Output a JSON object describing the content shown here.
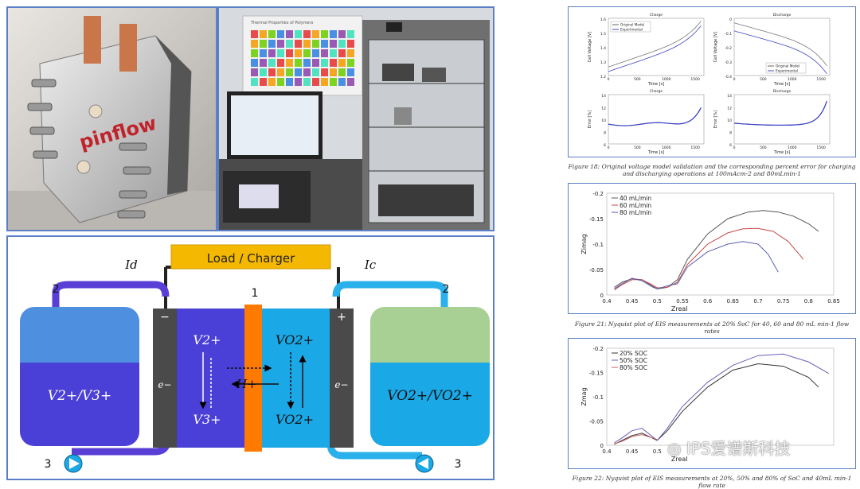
{
  "photo_left": {
    "logo_text": "pinflow"
  },
  "photo_right": {
    "poster_title": "Thermal Properties of Polymers"
  },
  "schematic": {
    "load_label": "Load / Charger",
    "label_1": "1",
    "label_2a": "2",
    "label_2b": "2",
    "label_3a": "3",
    "label_3b": "3",
    "Id": "Id",
    "Ic": "Ic",
    "minus_sign": "−",
    "plus_sign": "+",
    "left_tank_label": "V2+/V3+",
    "right_tank_label": "VO2+/VO2+",
    "v2": "V2+",
    "v3": "V3+",
    "hplus": "H+",
    "vo2plus": "VO2+",
    "vo2plus_bottom": "VO2+",
    "e_left": "e−",
    "e_right": "e−",
    "colors": {
      "left_tank": "#4a3fd6",
      "right_tank": "#1aa8e6",
      "membrane": "#ff7a00",
      "load": "#f5b800"
    }
  },
  "charts_top": {
    "charge": {
      "title": "Charge",
      "ylabel": "Cell Voltage [V]",
      "xlabel": "Time [s]",
      "legend": [
        "Original Model",
        "Experimental"
      ],
      "xticks": [
        "0",
        "500",
        "1000",
        "1500"
      ],
      "yticks": [
        "1.6",
        "1.5",
        "1.4",
        "1.3",
        "1.2"
      ]
    },
    "discharge": {
      "title": "Discharge",
      "ylabel": "Cell Voltage [V]",
      "xlabel": "Time [s]",
      "legend": [
        "Original Model",
        "Experimental"
      ],
      "xticks": [
        "0",
        "500",
        "1000",
        "1500"
      ],
      "yticks": [
        "0",
        "-0.1",
        "-0.2",
        "-0.3",
        "-0.4"
      ]
    },
    "charge_error": {
      "title": "Charge",
      "ylabel": "Error [%]",
      "xlabel": "Time [s]",
      "xticks": [
        "0",
        "500",
        "1000",
        "1500"
      ],
      "yticks": [
        "14",
        "12",
        "10",
        "8",
        "6"
      ]
    },
    "discharge_error": {
      "title": "Discharge",
      "ylabel": "Error [%]",
      "xlabel": "Time [s]",
      "xticks": [
        "0",
        "500",
        "1000",
        "1500"
      ],
      "yticks": [
        "14",
        "12",
        "10",
        "8",
        "6"
      ]
    }
  },
  "caption_18": "Figure 18: Original voltage model validation and the corresponding percent error for charging and discharging operations at 100mAcm-2 and 80mLmin-1",
  "caption_21": "Figure 21: Nyquist plot of EIS measurements at 20% SoC for 40, 60 and 80 mL min-1 flow rates",
  "caption_22": "Figure 22: Nyquist plot of EIS measurements at 20%, 50% and 80% of SoC and 40mL min-1 flow rate",
  "watermark": "IPS爱谱斯科技",
  "chart_data": [
    {
      "type": "line",
      "title": "",
      "xlabel": "Zreal",
      "ylabel": "Zimag",
      "xlim": [
        0.4,
        0.85
      ],
      "ylim": [
        0,
        -0.2
      ],
      "xticks": [
        "0.4",
        "0.45",
        "0.5",
        "0.55",
        "0.6",
        "0.65",
        "0.7",
        "0.75",
        "0.8",
        "0.85"
      ],
      "yticks": [
        "-0.2",
        "-0.15",
        "-0.1",
        "-0.05",
        "0"
      ],
      "series": [
        {
          "name": "40 mL/min",
          "color": "#555555",
          "x": [
            0.415,
            0.43,
            0.45,
            0.47,
            0.49,
            0.5,
            0.52,
            0.54,
            0.56,
            0.6,
            0.64,
            0.68,
            0.71,
            0.74,
            0.77,
            0.8,
            0.82
          ],
          "y": [
            -0.015,
            -0.025,
            -0.032,
            -0.03,
            -0.018,
            -0.012,
            -0.015,
            -0.03,
            -0.07,
            -0.12,
            -0.15,
            -0.163,
            -0.166,
            -0.163,
            -0.155,
            -0.14,
            -0.125
          ]
        },
        {
          "name": "60 mL/min",
          "color": "#c84a4a",
          "x": [
            0.415,
            0.43,
            0.45,
            0.47,
            0.49,
            0.5,
            0.52,
            0.54,
            0.56,
            0.6,
            0.64,
            0.67,
            0.7,
            0.73,
            0.76,
            0.79
          ],
          "y": [
            -0.01,
            -0.02,
            -0.03,
            -0.03,
            -0.02,
            -0.014,
            -0.015,
            -0.025,
            -0.06,
            -0.1,
            -0.122,
            -0.13,
            -0.131,
            -0.125,
            -0.105,
            -0.07
          ]
        },
        {
          "name": "80 mL/min",
          "color": "#5a5fb0",
          "x": [
            0.415,
            0.43,
            0.45,
            0.47,
            0.49,
            0.5,
            0.52,
            0.54,
            0.56,
            0.6,
            0.64,
            0.67,
            0.7,
            0.72,
            0.74
          ],
          "y": [
            -0.012,
            -0.022,
            -0.033,
            -0.028,
            -0.016,
            -0.012,
            -0.018,
            -0.022,
            -0.055,
            -0.085,
            -0.1,
            -0.105,
            -0.1,
            -0.08,
            -0.045
          ]
        }
      ]
    },
    {
      "type": "line",
      "title": "",
      "xlabel": "Zreal",
      "ylabel": "Zmag",
      "xlim": [
        0.4,
        0.85
      ],
      "ylim": [
        0,
        -0.2
      ],
      "xticks": [
        "0.4",
        "0.45",
        "0.5"
      ],
      "yticks": [
        "-0.2",
        "-0.15",
        "-0.1",
        "-0.05",
        "0"
      ],
      "series": [
        {
          "name": "20% SOC",
          "color": "#333333",
          "x": [
            0.415,
            0.43,
            0.45,
            0.47,
            0.5,
            0.52,
            0.55,
            0.6,
            0.65,
            0.7,
            0.75,
            0.8,
            0.82
          ],
          "y": [
            -0.002,
            -0.01,
            -0.02,
            -0.025,
            -0.01,
            -0.03,
            -0.07,
            -0.12,
            -0.155,
            -0.168,
            -0.163,
            -0.14,
            -0.12
          ]
        },
        {
          "name": "50% SOC",
          "color": "#6a5fb8",
          "x": [
            0.415,
            0.43,
            0.45,
            0.47,
            0.5,
            0.52,
            0.55,
            0.6,
            0.65,
            0.7,
            0.75,
            0.8,
            0.84
          ],
          "y": [
            -0.005,
            -0.015,
            -0.03,
            -0.035,
            -0.01,
            -0.035,
            -0.08,
            -0.13,
            -0.165,
            -0.185,
            -0.188,
            -0.172,
            -0.148
          ]
        },
        {
          "name": "80% SOC",
          "color": "#c86060",
          "x": [
            0.415,
            0.43,
            0.45,
            0.47,
            0.5
          ],
          "y": [
            -0.003,
            -0.008,
            -0.018,
            -0.022,
            -0.012
          ]
        }
      ]
    }
  ]
}
